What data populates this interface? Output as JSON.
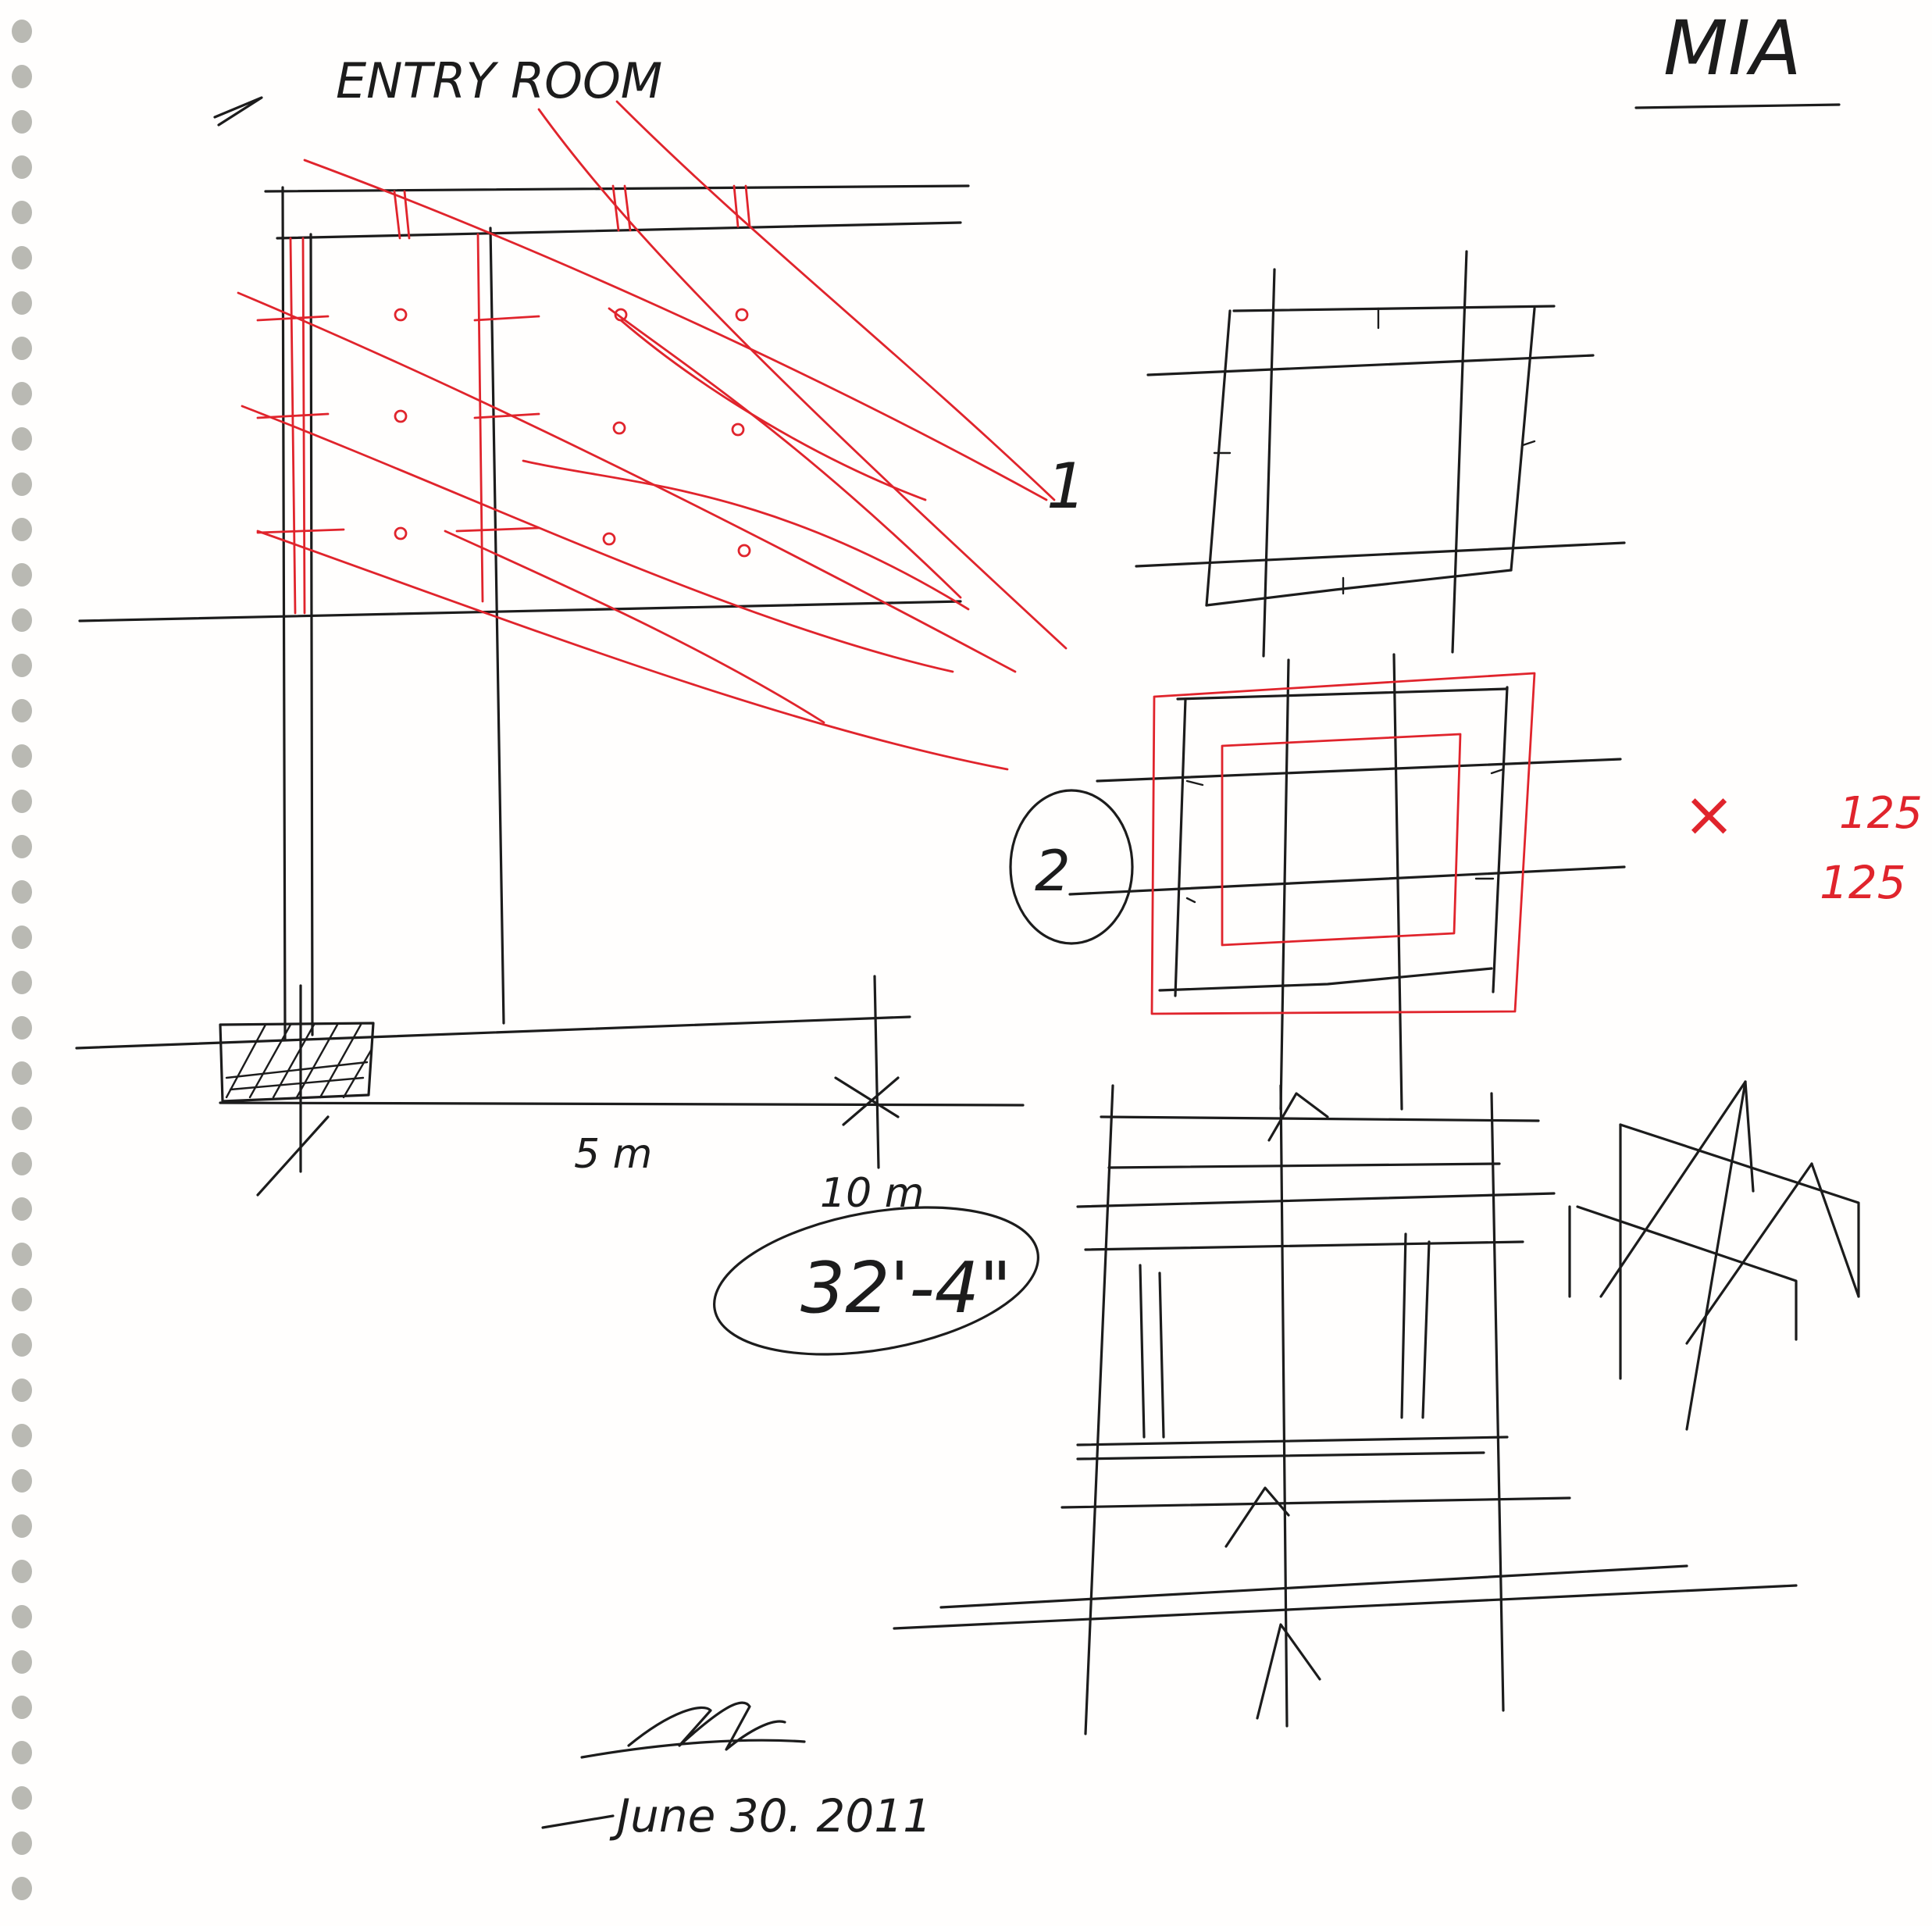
{
  "title": "ENTRY ROOM",
  "project": "MIA",
  "labels": {
    "marker_1": "1",
    "marker_2": "2",
    "dim_5m": "5 m",
    "dim_10m": "10 m",
    "dim_imperial": "32'-4\"",
    "x_mark": "×",
    "dim_a": "125",
    "dim_b": "125"
  },
  "footer": {
    "signature": "M",
    "date": "June 30. 2011"
  },
  "colors": {
    "ink": "#1c1c1c",
    "red": "#e0242c",
    "paper": "#fffefd",
    "binding": "#b9b9b3"
  }
}
